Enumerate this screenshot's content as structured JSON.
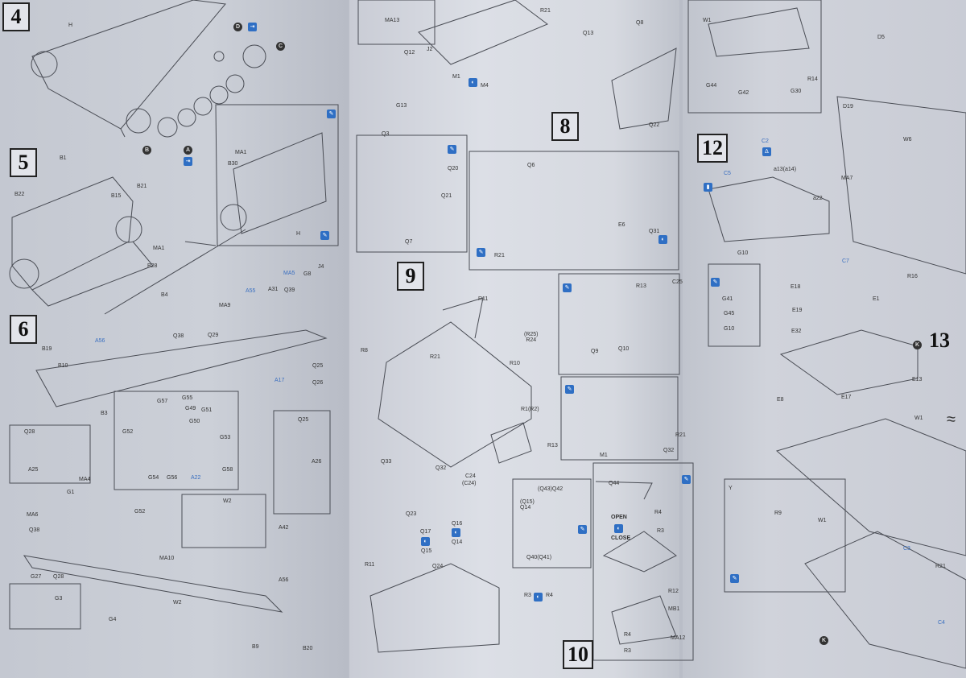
{
  "steps": {
    "s4": "4",
    "s5": "5",
    "s6": "6",
    "s8": "8",
    "s9": "9",
    "s10": "10",
    "s12": "12",
    "s13": "13"
  },
  "labels": {
    "h1": "H",
    "b1": "B1",
    "b22": "B22",
    "b21": "B21",
    "b15": "B15",
    "ma1": "MA1",
    "ma1b": "MA1",
    "b30": "B30",
    "h2": "H",
    "b28": "B28",
    "b4": "B4",
    "ma5": "MA5",
    "g8": "G8",
    "j4": "J4",
    "a31": "A31",
    "q39": "Q39",
    "a55": "A55",
    "ma9": "MA9",
    "q38": "Q38",
    "q29": "Q29",
    "a56": "A56",
    "b19": "B19",
    "b10": "B10",
    "b3": "B3",
    "a17": "A17",
    "q25": "Q25",
    "q26": "Q26",
    "g57": "G57",
    "g55": "G55",
    "g49": "G49",
    "g51": "G51",
    "g52": "G52",
    "g50": "G50",
    "g53": "G53",
    "g54": "G54",
    "g56": "G56",
    "g58": "G58",
    "a22": "A22",
    "q28": "Q28",
    "a25": "A25",
    "ma4": "MA4",
    "q25b": "Q25",
    "a26": "A26",
    "a42": "A42",
    "w2": "W2",
    "g1": "G1",
    "ma6": "MA6",
    "q38b": "Q38",
    "g52b": "G52",
    "ma10": "MA10",
    "g27": "G27",
    "q28b": "Q28",
    "g3": "G3",
    "g4": "G4",
    "a56b": "A56",
    "w2b": "W2",
    "b9": "B9",
    "b20": "B20",
    "ma13": "MA13",
    "r21": "R21",
    "q12": "Q12",
    "j2": "J2",
    "m1": "M1",
    "m4": "M4",
    "g13": "G13",
    "q3": "Q3",
    "q13": "Q13",
    "q8": "Q8",
    "q22": "Q22",
    "q20": "Q20",
    "q21": "Q21",
    "q7": "Q7",
    "q6": "Q6",
    "e6": "E6",
    "q31": "Q31",
    "r21b": "R21",
    "r8": "R8",
    "r11": "R11",
    "r21c": "R21",
    "r10": "R10",
    "r25r24": "(R25)\nR24",
    "r1": "R1(R2)",
    "r13": "R13",
    "q33": "Q33",
    "q32": "Q32",
    "c24": "C24",
    "c24b": "(C24)",
    "r13b": "R13",
    "c25": "C25",
    "q9": "Q9",
    "q10": "Q10",
    "m1b": "M1",
    "q32b": "Q32",
    "r21d": "R21",
    "q23": "Q23",
    "q17": "Q17",
    "q15": "Q15",
    "q16": "Q16",
    "q14": "Q14",
    "q24": "Q24",
    "r11b": "R11",
    "r3r4": "R3",
    "r4": "R4",
    "q43q42": "(Q43)Q42",
    "q15q14": "(Q15)\nQ14",
    "q40q41": "Q40(Q41)",
    "q44": "Q44",
    "r4b": "R4",
    "open": "OPEN",
    "close": "CLOSE",
    "r3": "R3",
    "r12": "R12",
    "mb1": "MB1",
    "r4c": "R4",
    "r3c": "R3",
    "ma12": "MA12",
    "w1": "W1",
    "g44": "G44",
    "g42": "G42",
    "g30": "G30",
    "r14": "R14",
    "d5": "D5",
    "d19": "D19",
    "w6": "W6",
    "ma7": "MA7",
    "c2": "C2",
    "c5": "C5",
    "a13": "a13(a14)",
    "a22b": "a22",
    "g10": "G10",
    "c7": "C7",
    "r16": "R16",
    "e18": "E18",
    "e19": "E19",
    "e32": "E32",
    "e1": "E1",
    "g41": "G41",
    "g45": "G45",
    "g10b": "G10",
    "e8": "E8",
    "e17": "E17",
    "e13": "E13",
    "w1b": "W1",
    "y": "Y",
    "r9": "R9",
    "w1c": "W1",
    "r21e": "R21",
    "c3": "C3",
    "c4": "C4"
  },
  "part_markers": {
    "d": "D",
    "c": "C",
    "b": "B",
    "a": "A",
    "k": "K",
    "k2": "K"
  }
}
